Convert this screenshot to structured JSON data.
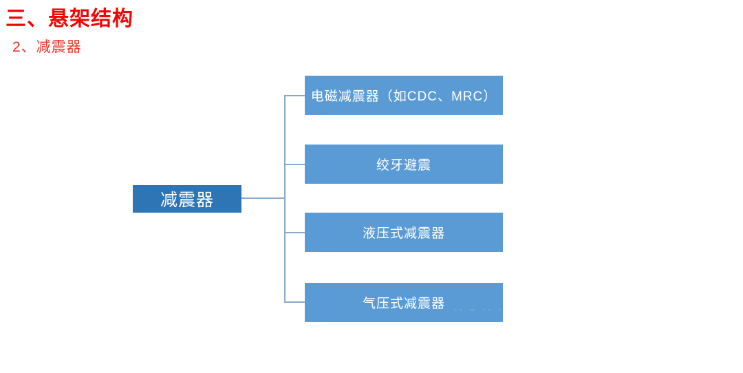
{
  "page": {
    "title": "三、悬架结构",
    "subtitle": "2、减震器"
  },
  "diagram": {
    "root": {
      "label": "减震器"
    },
    "children": [
      {
        "label": "电磁减震器（如CDC、MRC）"
      },
      {
        "label": "绞牙避震"
      },
      {
        "label": "液压式减震器"
      },
      {
        "label": "气压式减震器"
      }
    ],
    "watermark_marks": "·· – ·· · –",
    "colors": {
      "title_red": "#f20505",
      "subtitle_red": "#ee3226",
      "root_fill": "#2e75b6",
      "child_fill": "#5b9bd5",
      "connector": "#8aa9c8",
      "box_text": "#ffffff",
      "background": "#ffffff"
    }
  }
}
